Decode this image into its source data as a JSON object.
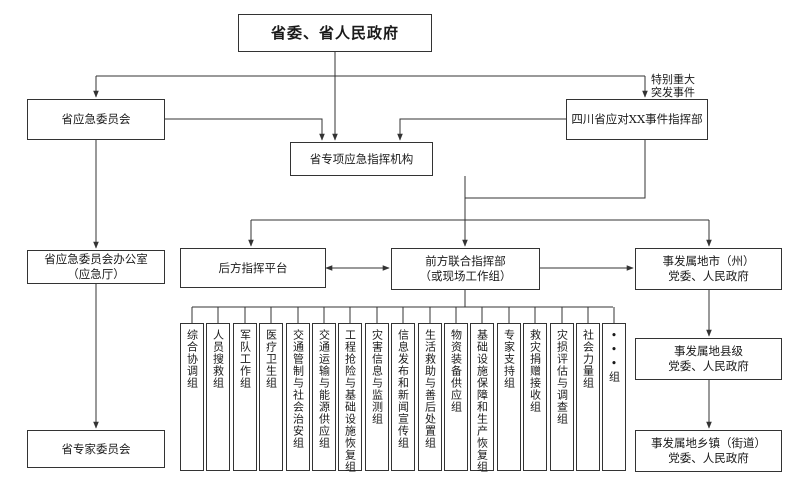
{
  "top": "省委、省人民政府",
  "note_line1": "特别重大",
  "note_line2": "突发事件",
  "emergency_committee": "省应急委员会",
  "sichuan_hq": "四川省应对XX事件指挥部",
  "special_agency": "省专项应急指挥机构",
  "office_line1": "省应急委员会办公室",
  "office_line2": "（应急厅）",
  "expert_committee": "省专家委员会",
  "rear_platform": "后方指挥平台",
  "front_line1": "前方联合指挥部",
  "front_line2": "（或现场工作组）",
  "city_line1": "事发属地市（州）",
  "city_line2": "党委、人民政府",
  "county_line1": "事发属地县级",
  "county_line2": "党委、人民政府",
  "town_line1": "事发属地乡镇（街道）",
  "town_line2": "党委、人民政府",
  "groups": [
    "综合协调组",
    "人员搜救组",
    "军队工作组",
    "医疗卫生组",
    "交通管制与社会治安组",
    "交通运输与能源供应组",
    "工程抢险与基础设施恢复组",
    "灾害信息与监测组",
    "信息发布和新闻宣传组",
    "生活救助与善后处置组",
    "物资装备供应组",
    "基础设施保障和生产恢复组",
    "专家支持组",
    "救灾捐赠接收组",
    "灾损评估与调查组",
    "社会力量组",
    "•••组"
  ]
}
